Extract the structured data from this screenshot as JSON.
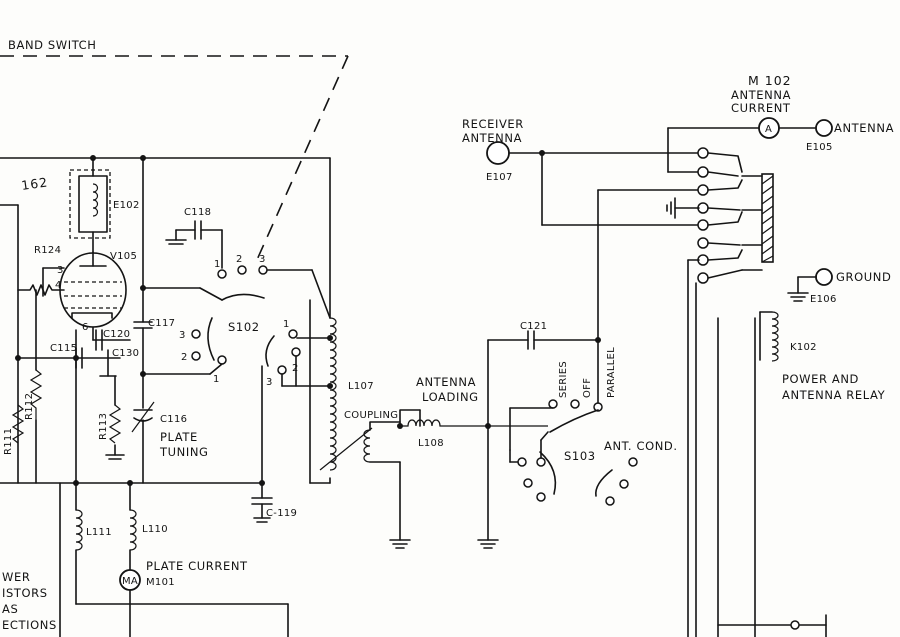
{
  "labels": {
    "band_switch": "BAND SWITCH",
    "e102": "E102",
    "v105": "V105",
    "r124": "R124",
    "c118": "C118",
    "s102": "S102",
    "c117": "C117",
    "c120": "C120",
    "c115": "C115",
    "c130": "C130",
    "r112": "R112",
    "r113": "R113",
    "r111": "R111",
    "c116": "C116",
    "plate_tuning_1": "PLATE",
    "plate_tuning_2": "TUNING",
    "l107": "L107",
    "coupling": "COUPLING",
    "c119": "C-119",
    "l111": "L111",
    "l110": "L110",
    "plate_current": "PLATE CURRENT",
    "ma": "MA",
    "m101": "M101",
    "receiver_antenna_1": "RECEIVER",
    "receiver_antenna_2": "ANTENNA",
    "e107": "E107",
    "c121": "C121",
    "series": "SERIES",
    "off": "OFF",
    "parallel": "PARALLEL",
    "antenna_loading_1": "ANTENNA",
    "antenna_loading_2": "LOADING",
    "l108": "L108",
    "s103": "S103",
    "ant_cond": "ANT. COND.",
    "m102": "M 102",
    "antenna_current_1": "ANTENNA",
    "antenna_current_2": "CURRENT",
    "a": "A",
    "antenna": "ANTENNA",
    "e105": "E105",
    "ground": "GROUND",
    "e106": "E106",
    "k102": "K102",
    "relay_1": "POWER AND",
    "relay_2": "ANTENNA RELAY",
    "left_1": "WER",
    "left_2": "ISTORS",
    "left_3": "AS",
    "left_4": "ECTIONS",
    "handwritten": "162",
    "pin_3": "3",
    "pin_4": "4",
    "pin_6": "6",
    "s102_pos_1a": "1",
    "s102_pos_2a": "2",
    "s102_pos_3a": "3",
    "s102_pos_3b": "3",
    "s102_pos_2b": "2",
    "s102_pos_1b": "1",
    "s102_pos_1c": "1",
    "s102_pos_2c": "2",
    "s102_pos_3c": "3"
  }
}
